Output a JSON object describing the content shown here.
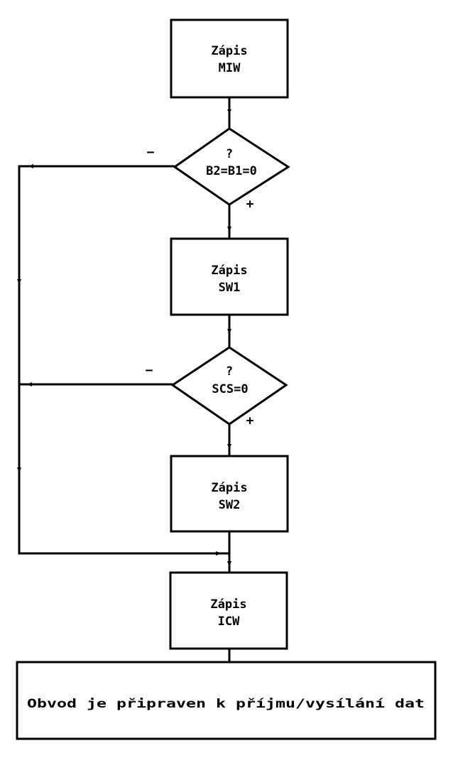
{
  "diagram": {
    "type": "flowchart",
    "steps": [
      {
        "id": "miw",
        "kind": "process",
        "line1": "Zápis",
        "line2": "MIW"
      },
      {
        "id": "check1",
        "kind": "decision",
        "line1": "?",
        "line2": "B2=B1=0",
        "yes_label": "+",
        "no_label": "−"
      },
      {
        "id": "sw1",
        "kind": "process",
        "line1": "Zápis",
        "line2": "SW1"
      },
      {
        "id": "check2",
        "kind": "decision",
        "line1": "?",
        "line2": "SCS=0",
        "yes_label": "+",
        "no_label": "−"
      },
      {
        "id": "sw2",
        "kind": "process",
        "line1": "Zápis",
        "line2": "SW2"
      },
      {
        "id": "icw",
        "kind": "process",
        "line1": "Zápis",
        "line2": "ICW"
      },
      {
        "id": "ready",
        "kind": "terminal",
        "text": "Obvod je připraven k příjmu/vysílání dat"
      }
    ],
    "edges": [
      {
        "from": "miw",
        "to": "check1"
      },
      {
        "from": "check1",
        "to": "sw1",
        "label": "+"
      },
      {
        "from": "check1",
        "to": "icw",
        "label": "−"
      },
      {
        "from": "sw1",
        "to": "check2"
      },
      {
        "from": "check2",
        "to": "sw2",
        "label": "+"
      },
      {
        "from": "check2",
        "to": "icw",
        "label": "−"
      },
      {
        "from": "sw2",
        "to": "icw"
      },
      {
        "from": "icw",
        "to": "ready"
      }
    ]
  }
}
